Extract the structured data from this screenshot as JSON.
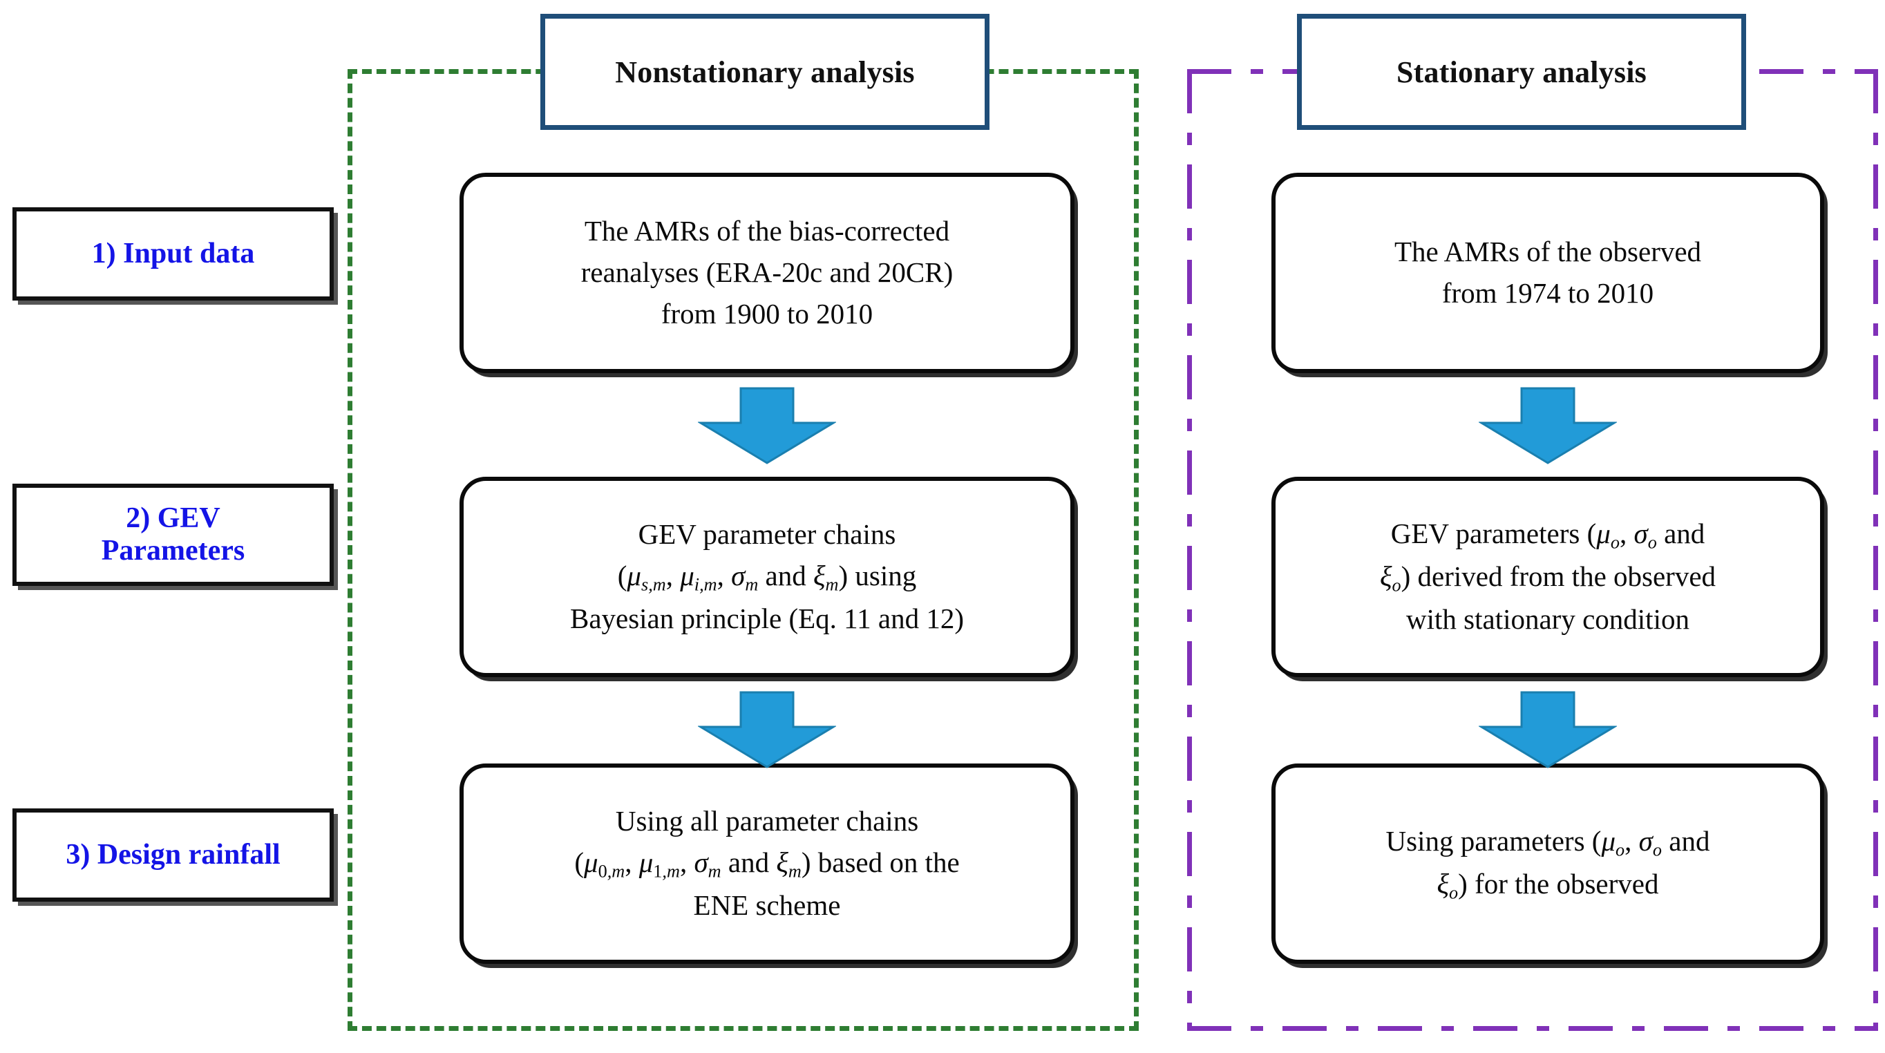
{
  "figure": {
    "type": "flowchart",
    "orientation": "two-column",
    "colors": {
      "nonstationary_frame": "#2E7D32",
      "stationary_frame": "#8031B8",
      "title_border": "#1F4E79",
      "stage_label_text": "#1414E6",
      "arrow_fill": "#229BD8",
      "arrow_stroke": "#1A7FAF",
      "box_border": "#0A0A0A",
      "background": "#FFFFFF"
    }
  },
  "groups": {
    "nonstationary": {
      "title": "Nonstationary analysis",
      "frame_style": "dashed",
      "frame_color": "#2E7D32"
    },
    "stationary": {
      "title": "Stationary analysis",
      "frame_style": "dash-dot",
      "frame_color": "#8031B8"
    }
  },
  "stages": [
    {
      "id": "input-data",
      "label": "1) Input data"
    },
    {
      "id": "gev-parameters",
      "label": "2) GEV\nParameters"
    },
    {
      "id": "design-rainfall",
      "label": "3) Design rainfall"
    }
  ],
  "nonstationary_steps": [
    {
      "id": "ns-input",
      "lines": [
        "The AMRs of the bias-corrected",
        "reanalyses (ERA-20c and 20CR)",
        "from 1900 to 2010"
      ],
      "plain_text": "The AMRs of the bias-corrected reanalyses (ERA-20c and 20CR) from 1900 to 2010"
    },
    {
      "id": "ns-gev",
      "lines": [
        "GEV parameter chains",
        "(μₛ,ₘ, μᵢ,ₘ, σₘ and ξₘ) using",
        "Bayesian principle (Eq. 11 and 12)"
      ],
      "plain_text": "GEV parameter chains (μs,m, μi,m, σm and ξm) using Bayesian principle (Eq. 11 and 12)",
      "parameters": [
        "μs,m",
        "μi,m",
        "σm",
        "ξm"
      ],
      "equations": [
        "Eq. 11",
        "Eq. 12"
      ]
    },
    {
      "id": "ns-design",
      "lines": [
        "Using all parameter chains",
        "(μ₀,ₘ, μ₁,ₘ, σₘ and ξₘ) based on the",
        "ENE scheme"
      ],
      "plain_text": "Using all parameter chains (μ0,m, μ1,m, σm and ξm) based on the ENE scheme",
      "parameters": [
        "μ0,m",
        "μ1,m",
        "σm",
        "ξm"
      ],
      "scheme": "ENE"
    }
  ],
  "stationary_steps": [
    {
      "id": "st-input",
      "lines": [
        "The AMRs of the observed",
        "from 1974 to 2010"
      ],
      "plain_text": "The AMRs of the observed from 1974 to 2010"
    },
    {
      "id": "st-gev",
      "lines": [
        "GEV parameters (μₒ, σₒ and",
        "ξₒ) derived from the observed",
        "with stationary condition"
      ],
      "plain_text": "GEV parameters (μo, σo and ξo) derived from the observed with stationary condition",
      "parameters": [
        "μo",
        "σo",
        "ξo"
      ]
    },
    {
      "id": "st-design",
      "lines": [
        "Using parameters (μₒ, σₒ and",
        "ξₒ) for the observed"
      ],
      "plain_text": "Using parameters (μo, σo and ξo) for the observed",
      "parameters": [
        "μo",
        "σo",
        "ξo"
      ]
    }
  ],
  "arrows": [
    {
      "id": "ns-arrow-1",
      "from": "ns-input",
      "to": "ns-gev",
      "direction": "down"
    },
    {
      "id": "ns-arrow-2",
      "from": "ns-gev",
      "to": "ns-design",
      "direction": "down"
    },
    {
      "id": "st-arrow-1",
      "from": "st-input",
      "to": "st-gev",
      "direction": "down"
    },
    {
      "id": "st-arrow-2",
      "from": "st-gev",
      "to": "st-design",
      "direction": "down"
    }
  ]
}
